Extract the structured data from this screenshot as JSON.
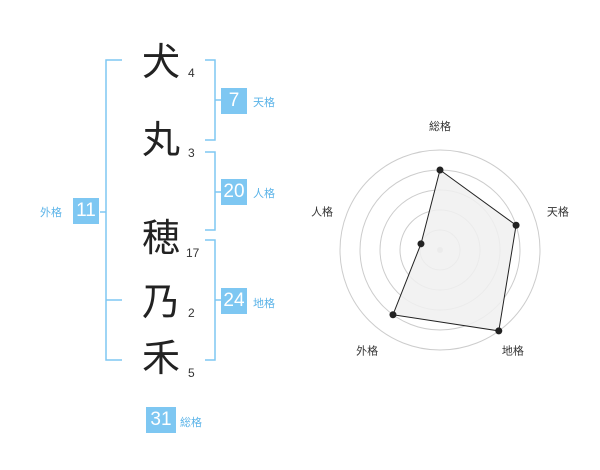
{
  "name": {
    "chars": [
      {
        "char": "犬",
        "strokes": "4"
      },
      {
        "char": "丸",
        "strokes": "3"
      },
      {
        "char": "穂",
        "strokes": "17"
      },
      {
        "char": "乃",
        "strokes": "2"
      },
      {
        "char": "禾",
        "strokes": "5"
      }
    ]
  },
  "fortunes": {
    "tenkaku": {
      "value": "7",
      "label": "天格"
    },
    "jinkaku": {
      "value": "20",
      "label": "人格"
    },
    "chikaku": {
      "value": "24",
      "label": "地格"
    },
    "gaikaku": {
      "value": "11",
      "label": "外格"
    },
    "soukaku": {
      "value": "31",
      "label": "総格"
    }
  },
  "chart_data": {
    "type": "radar",
    "axes": [
      "総格",
      "天格",
      "地格",
      "外格",
      "人格"
    ],
    "values": [
      4,
      4,
      5,
      4,
      1
    ],
    "max": 5,
    "rings": 5
  },
  "colors": {
    "accent": "#7ec7f2",
    "accent_text": "#5ab3e8",
    "bracket": "#7ec7f2",
    "radar_fill": "#f0f0f0",
    "radar_line": "#222222",
    "grid": "#cccccc"
  }
}
